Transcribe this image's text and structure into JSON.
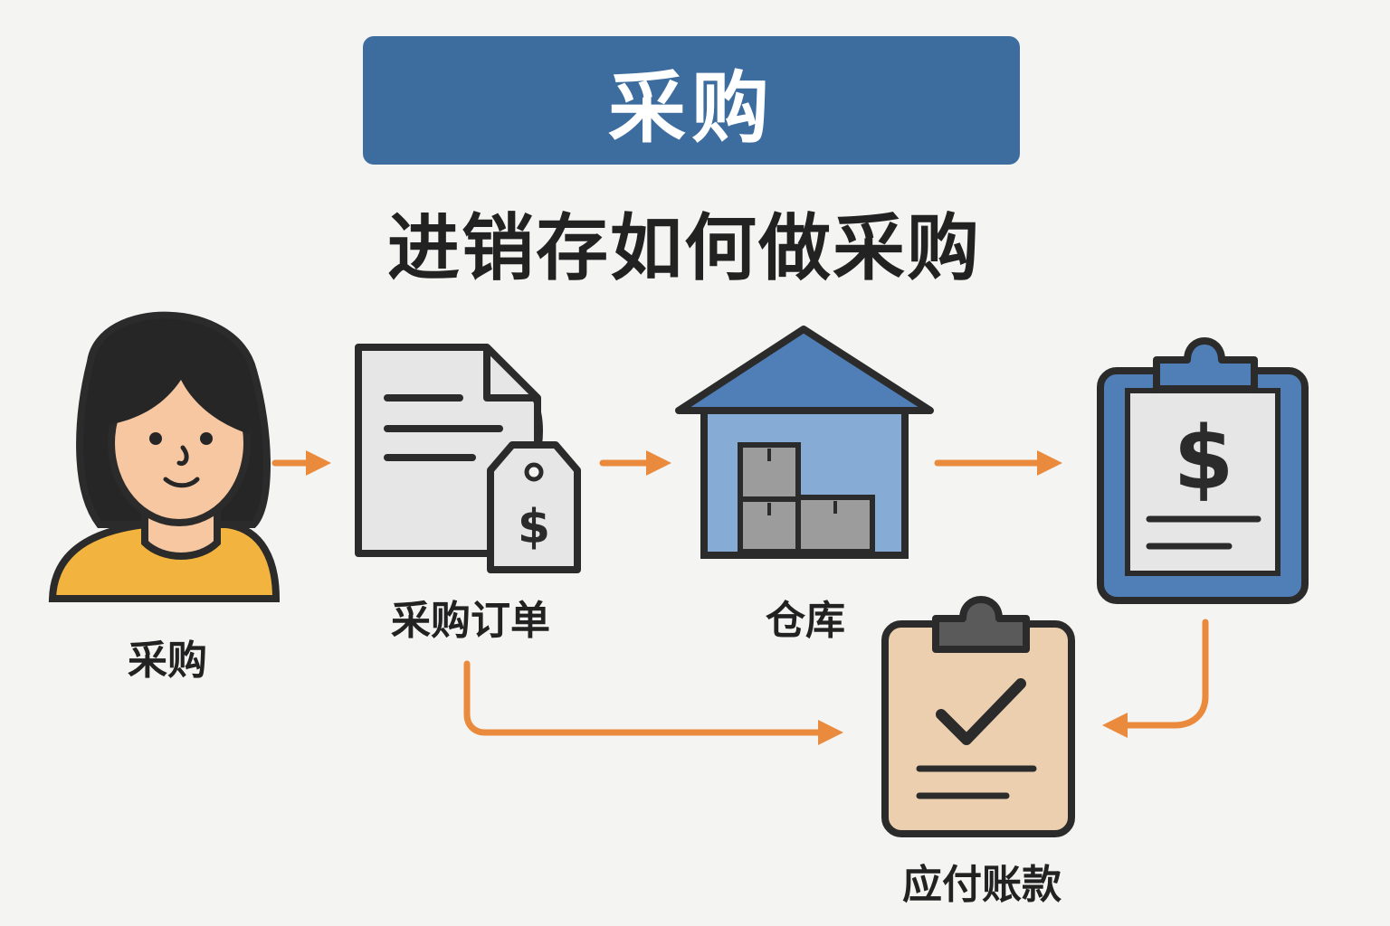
{
  "header": {
    "title": "采购",
    "subtitle": "进销存如何做采购"
  },
  "nodes": {
    "buyer": {
      "label": "采购",
      "icon": "buyer-person-icon"
    },
    "purchase_order": {
      "label": "采购订单",
      "icon": "purchase-order-document-icon"
    },
    "warehouse": {
      "label": "仓库",
      "icon": "warehouse-icon"
    },
    "invoice": {
      "label": "",
      "icon": "invoice-clipboard-icon"
    },
    "accounts_payable": {
      "label": "应付账款",
      "icon": "accounts-payable-clipboard-icon"
    }
  },
  "colors": {
    "banner": "#3d6d9f",
    "arrow": "#ea8a3c",
    "outline": "#2b2b2b",
    "blue_fill": "#4f7fb6",
    "light_blue": "#86acd6",
    "gray_box": "#9c9c9c",
    "paper": "#e6e6e6",
    "skin": "#f6c7a1",
    "shirt": "#f3b43f",
    "tan": "#eccfae"
  }
}
